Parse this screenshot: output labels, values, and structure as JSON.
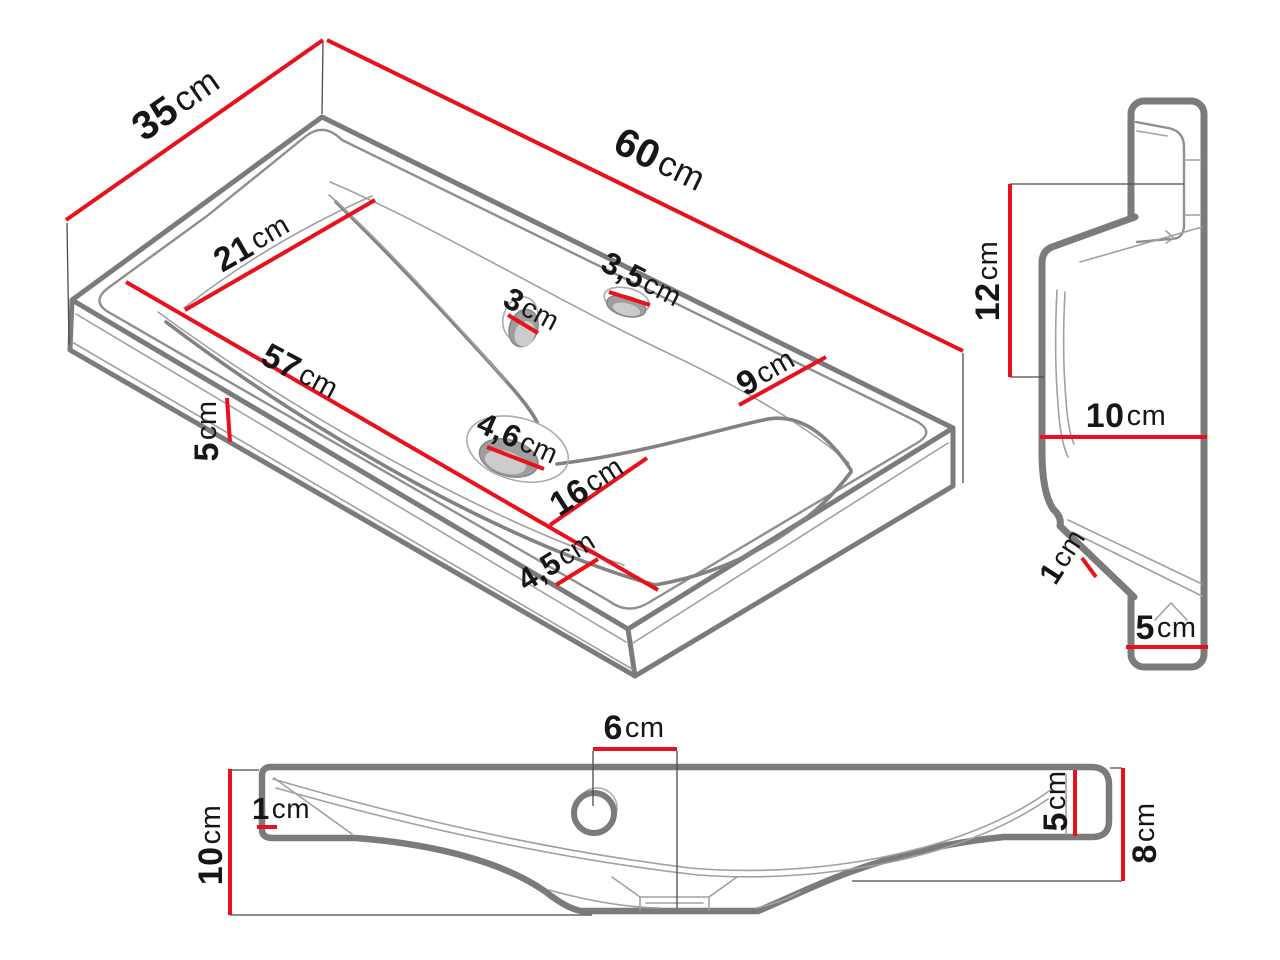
{
  "palette": {
    "dimension_red": "#e8111c",
    "outline_gray": "#7b7b7b",
    "detail_gray": "#a0a0a0",
    "text_black": "#161616",
    "background": "#ffffff"
  },
  "views": {
    "iso": {
      "label": "isometric view",
      "dims": {
        "length": {
          "v": "60",
          "u": "cm"
        },
        "depth": {
          "v": "35",
          "u": "cm"
        },
        "bowl_width": {
          "v": "21",
          "u": "cm"
        },
        "bowl_length": {
          "v": "57",
          "u": "cm"
        },
        "tap_hole": {
          "v": "3",
          "u": "cm"
        },
        "overflow_hole": {
          "v": "3,5",
          "u": "cm"
        },
        "right_deck": {
          "v": "9",
          "u": "cm"
        },
        "drain_hole": {
          "v": "4,6",
          "u": "cm"
        },
        "drain_to_edge": {
          "v": "16",
          "u": "cm"
        },
        "front_rim": {
          "v": "4,5",
          "u": "cm"
        },
        "apron_height": {
          "v": "5",
          "u": "cm"
        }
      }
    },
    "side": {
      "label": "side view",
      "dims": {
        "upper_height": {
          "v": "12",
          "u": "cm"
        },
        "depth": {
          "v": "10",
          "u": "cm"
        },
        "lip": {
          "v": "1",
          "u": "cm"
        },
        "foot": {
          "v": "5",
          "u": "cm"
        }
      }
    },
    "front": {
      "label": "front view",
      "dims": {
        "height": {
          "v": "10",
          "u": "cm"
        },
        "wall": {
          "v": "1",
          "u": "cm"
        },
        "tap_offset": {
          "v": "6",
          "u": "cm"
        },
        "right_inner": {
          "v": "5",
          "u": "cm"
        },
        "right_height": {
          "v": "8",
          "u": "cm"
        }
      }
    }
  }
}
